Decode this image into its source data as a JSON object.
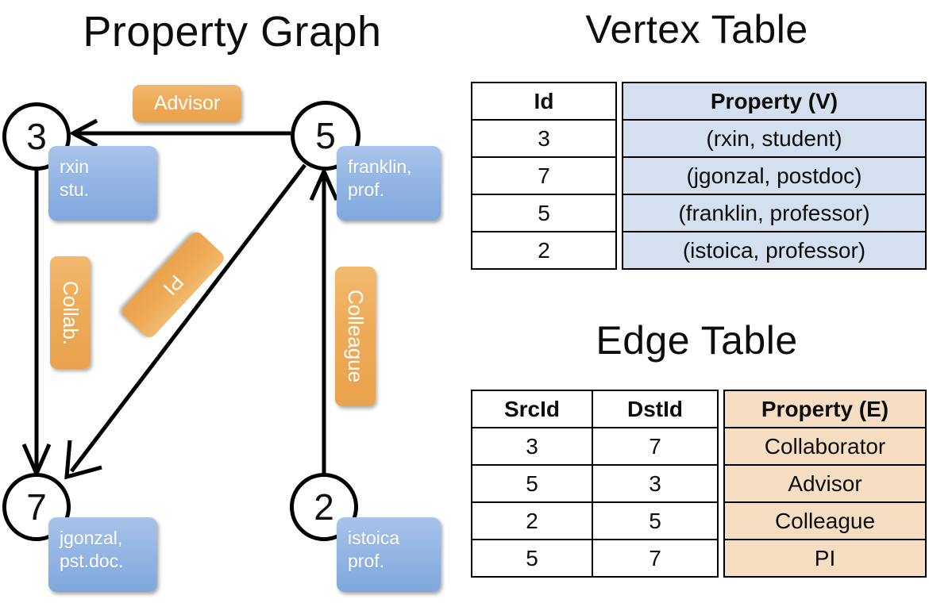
{
  "titles": {
    "property_graph": "Property Graph",
    "vertex_table": "Vertex Table",
    "edge_table": "Edge Table"
  },
  "colors": {
    "vertex_property_fill": "#d4dff0",
    "edge_property_fill": "#f7dec3",
    "node_property_box": "#95b6e4",
    "edge_label_box": "#eeab58",
    "stroke": "#000000"
  },
  "graph": {
    "nodes": [
      {
        "id": "3",
        "property": "rxin\nstu.",
        "property_line1": "rxin",
        "property_line2": "stu."
      },
      {
        "id": "5",
        "property": "franklin, prof.",
        "property_line1": "franklin,",
        "property_line2": "prof."
      },
      {
        "id": "7",
        "property": "jgonzal, pst.doc.",
        "property_line1": "jgonzal,",
        "property_line2": "pst.doc."
      },
      {
        "id": "2",
        "property": "istoica prof.",
        "property_line1": "istoica",
        "property_line2": "prof."
      }
    ],
    "edge_labels": [
      {
        "name": "advisor-label",
        "text": "Advisor",
        "orientation": "horizontal"
      },
      {
        "name": "collab-label",
        "text": "Collab.",
        "orientation": "vertical"
      },
      {
        "name": "pi-label",
        "text": "PI",
        "orientation": "diagonal"
      },
      {
        "name": "colleague-label",
        "text": "Colleague",
        "orientation": "vertical"
      }
    ],
    "edges": [
      {
        "src": "5",
        "dst": "3",
        "label": "Advisor"
      },
      {
        "src": "3",
        "dst": "7",
        "label": "Collab."
      },
      {
        "src": "5",
        "dst": "7",
        "label": "PI"
      },
      {
        "src": "2",
        "dst": "5",
        "label": "Colleague"
      }
    ]
  },
  "vertex_table": {
    "headers": [
      "Id",
      "Property (V)"
    ],
    "rows": [
      {
        "id": "3",
        "property": "(rxin, student)"
      },
      {
        "id": "7",
        "property": "(jgonzal, postdoc)"
      },
      {
        "id": "5",
        "property": "(franklin, professor)"
      },
      {
        "id": "2",
        "property": "(istoica, professor)"
      }
    ]
  },
  "edge_table": {
    "headers": [
      "SrcId",
      "DstId",
      "Property (E)"
    ],
    "rows": [
      {
        "src": "3",
        "dst": "7",
        "property": "Collaborator"
      },
      {
        "src": "5",
        "dst": "3",
        "property": "Advisor"
      },
      {
        "src": "2",
        "dst": "5",
        "property": "Colleague"
      },
      {
        "src": "5",
        "dst": "7",
        "property": "PI"
      }
    ]
  }
}
